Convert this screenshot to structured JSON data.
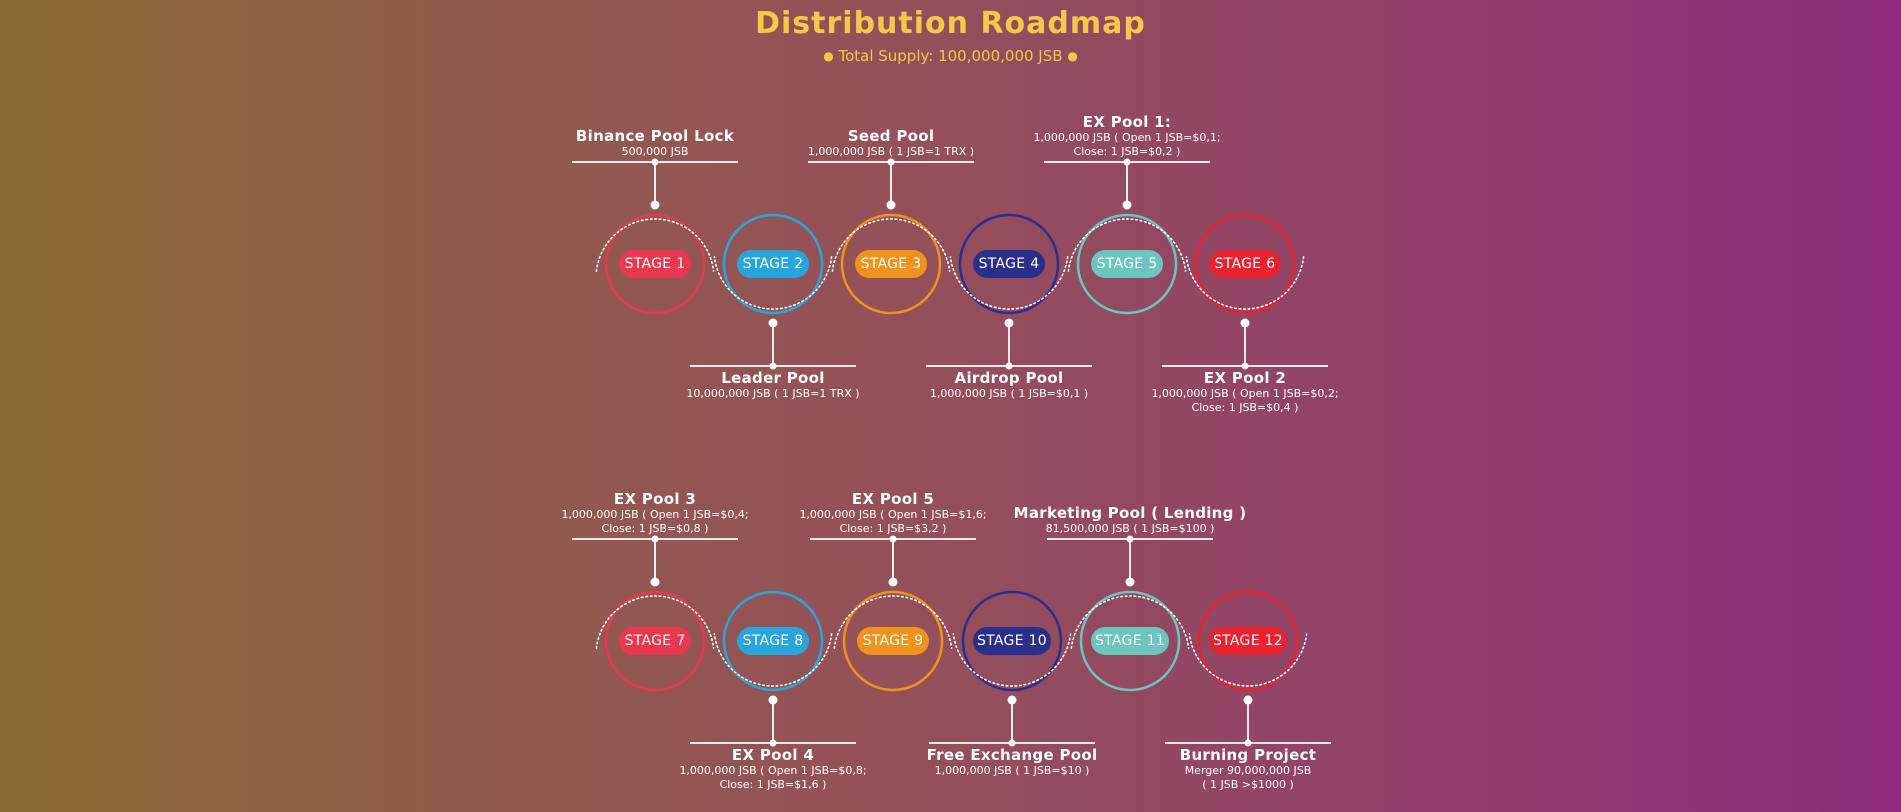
{
  "header": {
    "title": "Distribution Roadmap",
    "subtitle": "Total Supply: 100,000,000 JSB",
    "bullet": "●"
  },
  "colors": {
    "title": "#f7c74a",
    "stage_palette": [
      "#e8384f",
      "#27a6de",
      "#f0921e",
      "#2b2f8c",
      "#6cc5bf",
      "#e8222e"
    ]
  },
  "stages": [
    {
      "label": "STAGE 1",
      "pool_title": "Binance Pool Lock",
      "pool_detail": "500,000 JSB"
    },
    {
      "label": "STAGE 2",
      "pool_title": "Leader Pool",
      "pool_detail": "10,000,000 JSB  ( 1 JSB=1 TRX )"
    },
    {
      "label": "STAGE 3",
      "pool_title": "Seed Pool",
      "pool_detail": "1,000,000 JSB  ( 1 JSB=1 TRX )"
    },
    {
      "label": "STAGE 4",
      "pool_title": "Airdrop Pool",
      "pool_detail": "1,000,000 JSB  ( 1 JSB=$0,1 )"
    },
    {
      "label": "STAGE 5",
      "pool_title": "EX Pool 1:",
      "pool_detail": "1,000,000 JSB ( Open 1 JSB=$0,1;\nClose: 1 JSB=$0,2 )"
    },
    {
      "label": "STAGE 6",
      "pool_title": "EX Pool 2",
      "pool_detail": "1,000,000 JSB ( Open 1 JSB=$0,2;\nClose: 1 JSB=$0,4 )"
    },
    {
      "label": "STAGE 7",
      "pool_title": "EX Pool 3",
      "pool_detail": "1,000,000 JSB ( Open 1 JSB=$0,4;\nClose: 1 JSB=$0,8 )"
    },
    {
      "label": "STAGE 8",
      "pool_title": "EX Pool 4",
      "pool_detail": "1,000,000 JSB ( Open 1 JSB=$0,8;\nClose: 1 JSB=$1,6 )"
    },
    {
      "label": "STAGE 9",
      "pool_title": "EX Pool 5",
      "pool_detail": "1,000,000 JSB ( Open 1 JSB=$1,6;\nClose: 1 JSB=$3,2 )"
    },
    {
      "label": "STAGE 10",
      "pool_title": "Free Exchange Pool",
      "pool_detail": "1,000,000 JSB  ( 1 JSB=$10 )"
    },
    {
      "label": "STAGE 11",
      "pool_title": "Marketing Pool ( Lending )",
      "pool_detail": "81,500,000 JSB ( 1 JSB=$100 )"
    },
    {
      "label": "STAGE 12",
      "pool_title": "Burning Project",
      "pool_detail": "Merger 90,000,000 JSB\n( 1 JSB >$1000 )"
    }
  ]
}
